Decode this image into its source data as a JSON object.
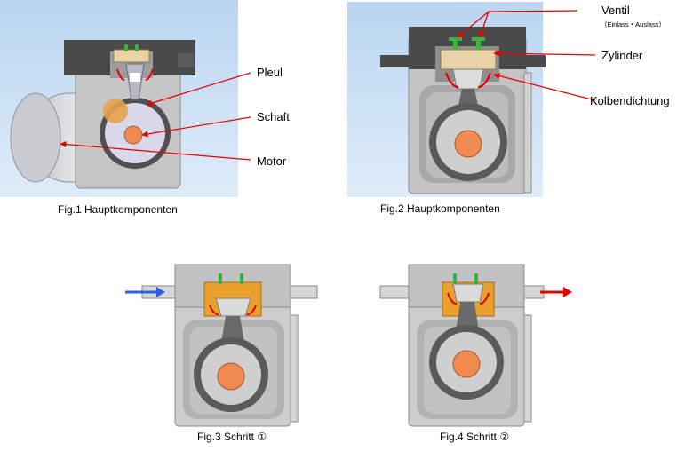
{
  "figures": [
    {
      "id": "fig1",
      "caption": "Fig.1 Hauptkomponenten",
      "callouts": [
        {
          "label": "Pleul"
        },
        {
          "label": "Schaft"
        },
        {
          "label": "Motor"
        }
      ]
    },
    {
      "id": "fig2",
      "caption": "Fig.2 Hauptkomponenten",
      "callouts": [
        {
          "label": "Ventil",
          "sublabel": "（Einlass・Auslass）"
        },
        {
          "label": "Zylinder"
        },
        {
          "label": "Kolbendichtung"
        }
      ]
    },
    {
      "id": "fig3",
      "caption": "Fig.3 Schritt ①"
    },
    {
      "id": "fig4",
      "caption": "Fig.4  Schritt ②"
    }
  ],
  "colors": {
    "background_sky": "#cfe3f7",
    "housing": "#c9c9c9",
    "housing_dark": "#4a4a4a",
    "shaft": "#f08a50",
    "piston_body": "#e9a12c",
    "valve": "#3fb33f",
    "arrow_red": "#e60000",
    "arrow_blue": "#2b5fe0"
  }
}
